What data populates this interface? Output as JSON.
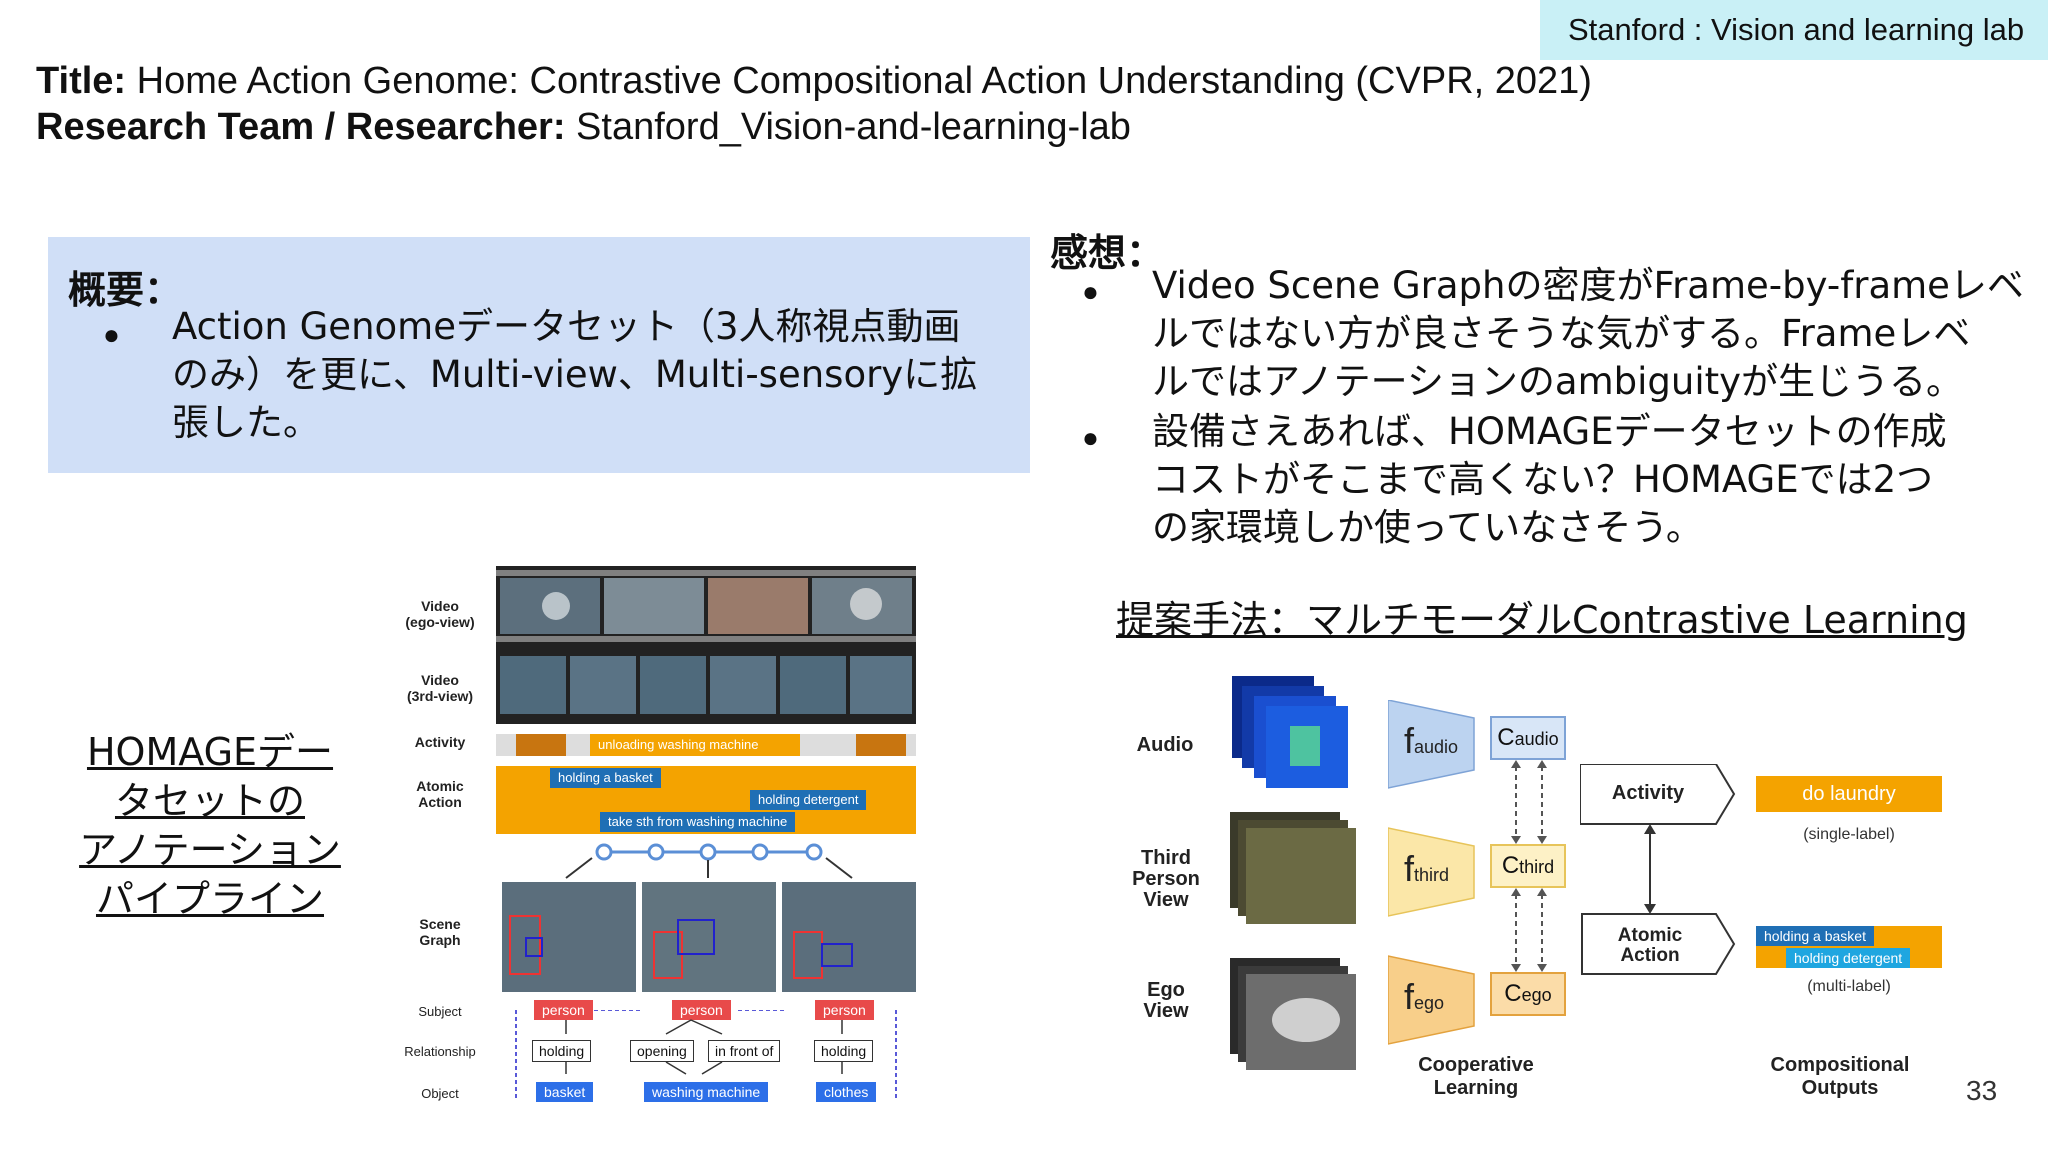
{
  "lab_tag": "Stanford : Vision and learning lab",
  "header": {
    "title_label": "Title:",
    "title_value": "Home Action Genome: Contrastive Compositional Action Understanding (CVPR, 2021)",
    "team_label": "Research Team / Researcher:",
    "team_value": "Stanford_Vision-and-learning-lab"
  },
  "summary": {
    "heading": "概要：",
    "bullets": [
      "Action Genomeデータセット（3人称視点動画のみ）を更に、Multi-view、Multi-sensoryに拡張した。"
    ],
    "lines": [
      "Action Genomeデータセット（3人称視点動画",
      "のみ）を更に、Multi-view、Multi-sensoryに拡",
      "張した。"
    ]
  },
  "impressions": {
    "heading": "感想：",
    "bullet1_lines": [
      "Video Scene Graphの密度がFrame-by-frameレベ",
      "ルではない方が良さそうな気がする。Frameレベ",
      "ルではアノテーションのambiguityが生じうる。"
    ],
    "bullet2_lines": [
      "設備さえあれば、HOMAGEデータセットの作成",
      "コストがそこまで高くない？HOMAGEでは2つ",
      "の家環境しか使っていなさそう。"
    ]
  },
  "left_caption": [
    "HOMAGEデー",
    "タセットの",
    "アノテーション",
    "パイプライン"
  ],
  "method_title": "提案手法：マルチモーダルContrastive Learning",
  "page_number": "33",
  "left_figure": {
    "row_labels": {
      "video_ego": [
        "Video",
        "(ego-view)"
      ],
      "video_3rd": [
        "Video",
        "(3rd-view)"
      ],
      "activity": "Activity",
      "atomic": [
        "Atomic",
        "Action"
      ],
      "scene_graph": [
        "Scene",
        "Graph"
      ],
      "subject": "Subject",
      "relationship": "Relationship",
      "object": "Object"
    },
    "activity_tag": "unloading washing machine",
    "atomic_tags": [
      "holding a basket",
      "holding detergent",
      "take sth from washing machine"
    ],
    "subjects": [
      "person",
      "person",
      "person"
    ],
    "relationships": [
      "holding",
      "opening",
      "in front of",
      "holding"
    ],
    "objects": [
      "basket",
      "washing machine",
      "clothes"
    ]
  },
  "right_figure": {
    "inputs": [
      "Audio",
      "Third Person View",
      "Ego View"
    ],
    "third_lines": [
      "Third",
      "Person",
      "View"
    ],
    "ego_lines": [
      "Ego",
      "View"
    ],
    "encoders": [
      {
        "f": "f",
        "sub": "audio"
      },
      {
        "f": "f",
        "sub": "third"
      },
      {
        "f": "f",
        "sub": "ego"
      }
    ],
    "classifiers": [
      {
        "c": "C",
        "sub": "audio"
      },
      {
        "c": "C",
        "sub": "third"
      },
      {
        "c": "C",
        "sub": "ego"
      }
    ],
    "coop_label": [
      "Cooperative",
      "Learning"
    ],
    "activity_box": "Activity",
    "atomic_box": [
      "Atomic",
      "Action"
    ],
    "activity_output": "do laundry",
    "activity_note": "(single-label)",
    "atomic_outputs": [
      "holding a basket",
      "holding detergent"
    ],
    "atomic_note": "(multi-label)",
    "comp_label": [
      "Compositional",
      "Outputs"
    ]
  },
  "colors": {
    "lab_tag_bg": "#c9f0f6",
    "summary_bg": "#d0dff7",
    "orange": "#f4a300",
    "blue_tag": "#1f6fb5",
    "red_tag": "#e84a4a",
    "encoder_blue": "#bcd3f0",
    "encoder_yellow": "#fbe7a8",
    "encoder_orange": "#f8cf8a"
  }
}
